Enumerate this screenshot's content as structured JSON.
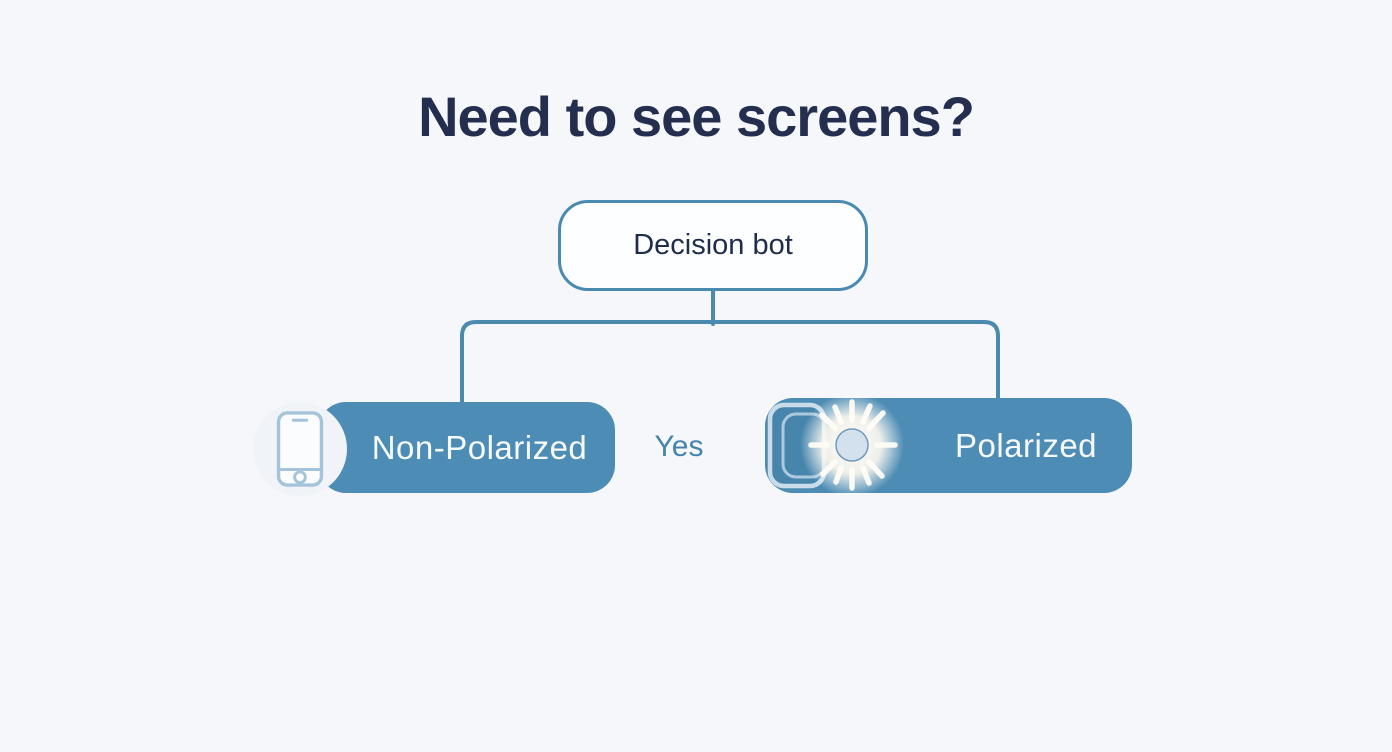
{
  "page": {
    "background_color": "#f5f7fa"
  },
  "title": {
    "text": "Need to see screens?",
    "color": "#242f4f"
  },
  "flowchart": {
    "connector_color": "#4a8ab1",
    "root": {
      "label": "Decision bot",
      "fill": "#fdfeff",
      "border_color": "#4a8ab1",
      "text_color": "#1f2c4c"
    },
    "edge_label": "Yes",
    "edge_label_color": "#4585ad",
    "branches": [
      {
        "id": "non-polarized",
        "label": "Non-Polarized",
        "icon": "smartphone-icon",
        "fill": "#4d8cb4",
        "text_color": "#f6fafd"
      },
      {
        "id": "polarized",
        "label": "Polarized",
        "icon": "screen-glare-icon",
        "fill": "#4d8cb4",
        "text_color": "#f6fafd"
      }
    ]
  }
}
